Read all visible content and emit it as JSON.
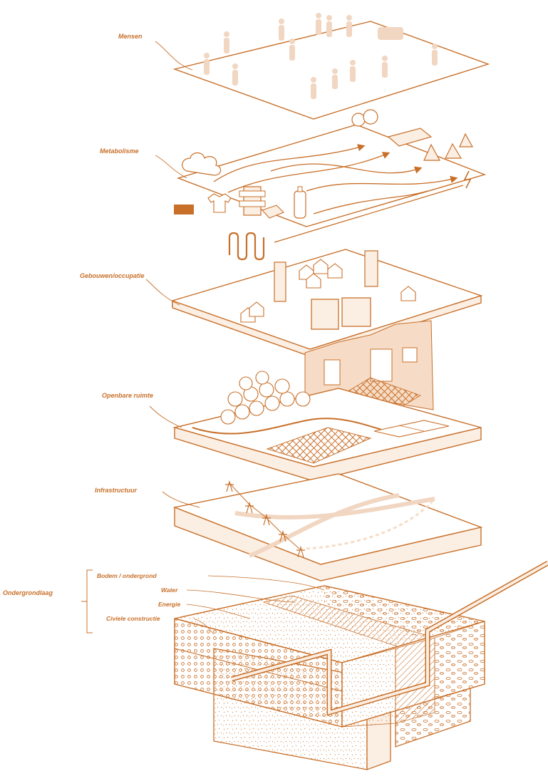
{
  "diagram": {
    "colors": {
      "stroke": "#c8702a",
      "label": "#c8702a",
      "fill_light": "#fbeee3",
      "fill_mid": "#f6dcc6",
      "ghost": "#f1d6c2"
    },
    "layers": {
      "mensen": "Mensen",
      "metabolisme": "Metabolisme",
      "gebouwen": "Gebouwen/occupatie",
      "openbare_ruimte": "Openbare ruimte",
      "infrastructuur": "Infrastructuur",
      "ondergrondlaag": "Ondergrondlaag"
    },
    "sublayers": {
      "bodem": "Bodem / ondergrond",
      "water": "Water",
      "energie": "Energie",
      "civiele": "Civiele constructie"
    }
  }
}
